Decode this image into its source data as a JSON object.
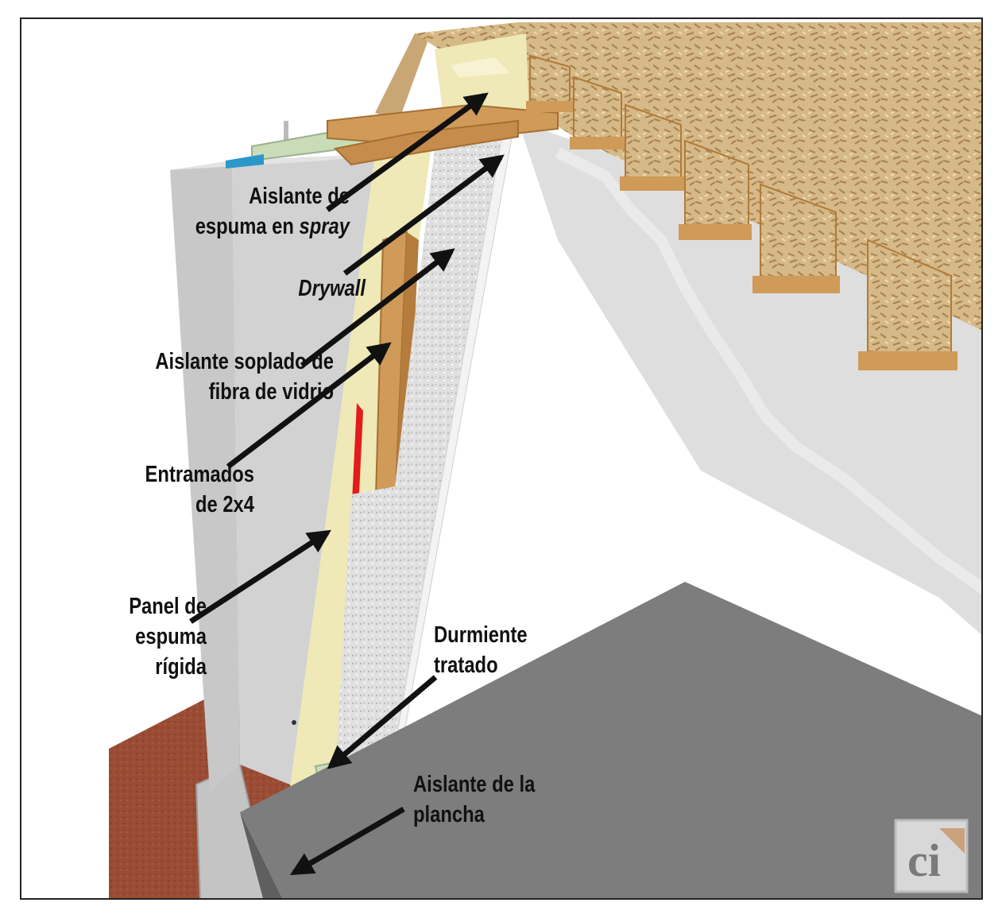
{
  "labels": {
    "spray_foam": {
      "line1": "Aislante de",
      "line2_prefix": "espuma en ",
      "line2_italic": "spray"
    },
    "drywall": {
      "line1": "Drywall"
    },
    "fiberglass": {
      "line1": "Aislante soplado de",
      "line2": "fibra de vidrio"
    },
    "studs": {
      "line1": "Entramados",
      "line2": "de 2x4"
    },
    "rigid_foam": {
      "line1": "Panel de",
      "line2": "espuma",
      "line3": "rígida"
    },
    "sill_plate": {
      "line1": "Durmiente",
      "line2": "tratado"
    },
    "slab_insulation": {
      "line1": "Aislante de la",
      "line2": "plancha"
    }
  },
  "logo": {
    "text": "ci"
  },
  "colors": {
    "concrete": "#c9c9c9",
    "foam_yellow": "#eee9b6",
    "fiberglass": "#e2e2e2",
    "lumber": "#d09a58",
    "osb": "#d6b988",
    "slab": "#7d7d7d",
    "soil": "#9a4d34",
    "highlight_red": "#e21b1b",
    "gasket_blue": "#2a98c9",
    "arrow": "#111111"
  }
}
